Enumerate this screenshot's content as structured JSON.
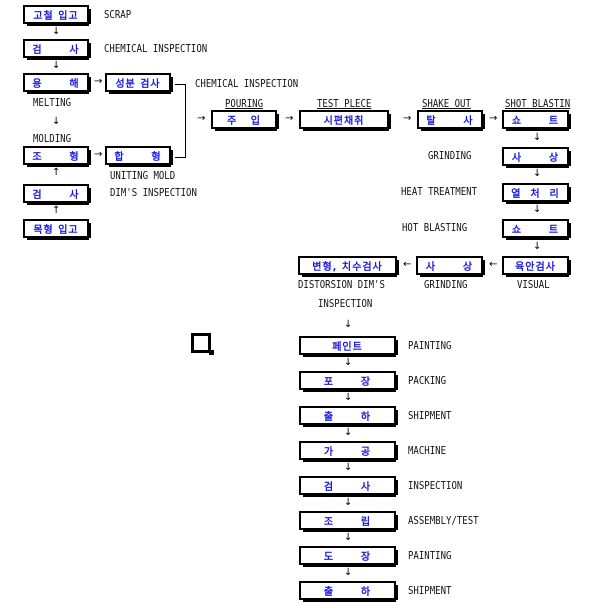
{
  "left_column": {
    "scrap": {
      "ko": "고철 입고",
      "en": "SCRAP"
    },
    "chem_inspection": {
      "ko": "검      사",
      "en": "CHEMICAL INSPECTION"
    },
    "melting": {
      "ko": "용      해",
      "en": "MELTING"
    },
    "molding_label": "MOLDING",
    "molding": {
      "ko": "조      형"
    },
    "pattern_inspection": {
      "ko": "검      사"
    },
    "pattern_receipt": {
      "ko": "목형 입고"
    }
  },
  "middle": {
    "component_inspection": {
      "ko": "성분 검사",
      "en": "CHEMICAL INSPECTION"
    },
    "uniting": {
      "ko": "합      형",
      "en_line1": "UNITING MOLD",
      "en_line2": "DIM'S INSPECTION"
    }
  },
  "top_row": {
    "pouring": {
      "ko": "주   입",
      "en": "POURING"
    },
    "test_piece": {
      "ko": "시편채취",
      "en": "TEST PLECE"
    },
    "shake_out": {
      "ko": "탈      사",
      "en": "SHAKE OUT"
    },
    "shot_blasting": {
      "ko": "쇼      트",
      "en": "SHOT BLASTIN"
    }
  },
  "right_column": {
    "grinding": {
      "ko": "사      상",
      "en": "GRINDING"
    },
    "heat_treatment": {
      "ko": "열  처  리",
      "en": "HEAT TREATMENT"
    },
    "hot_blasting": {
      "ko": "쇼      트",
      "en": "HOT BLASTING"
    },
    "visual": {
      "ko": "육안검사",
      "en": "VISUAL"
    }
  },
  "return_row": {
    "grinding2": {
      "ko": "사      상",
      "en": "GRINDING"
    },
    "distortion": {
      "ko": "변형, 치수검사",
      "en_line1": "DISTORSION DIM'S",
      "en_line2": "INSPECTION"
    }
  },
  "bottom_column": [
    {
      "ko": "페인트",
      "en": "PAINTING"
    },
    {
      "ko": "포      장",
      "en": "PACKING"
    },
    {
      "ko": "출      하",
      "en": "SHIPMENT"
    },
    {
      "ko": "가      공",
      "en": "MACHINE"
    },
    {
      "ko": "검      사",
      "en": "INSPECTION"
    },
    {
      "ko": "조      립",
      "en": "ASSEMBLY/TEST"
    },
    {
      "ko": "도      장",
      "en": "PAINTING"
    },
    {
      "ko": "출      하",
      "en": "SHIPMENT"
    }
  ],
  "arrows": {
    "down": "↓",
    "up": "↑",
    "right": "→",
    "left": "←"
  },
  "colors": {
    "box_text": "#1a1adf",
    "line": "#000000"
  }
}
